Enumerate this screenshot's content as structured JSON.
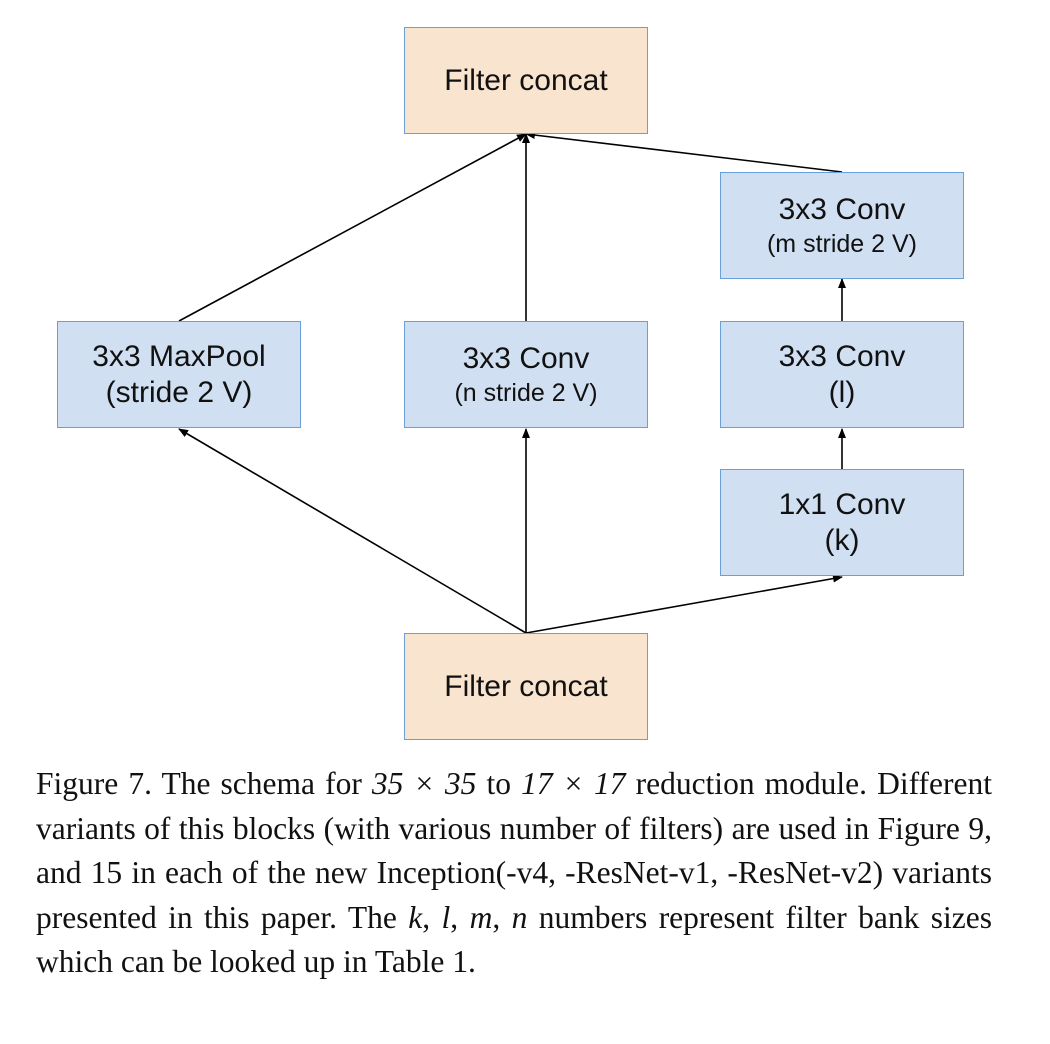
{
  "colors": {
    "conv_fill": "#d0e0f2",
    "conv_border": "#6a9fd8",
    "concat_fill": "#f8e4cf",
    "concat_border": "#6a9fd8",
    "edge": "#000000"
  },
  "nodes": {
    "filter_concat_top": {
      "line1": "Filter concat"
    },
    "maxpool": {
      "line1": "3x3 MaxPool",
      "line2": "(stride 2 V)"
    },
    "conv_n": {
      "line1": "3x3 Conv",
      "line2": "(n stride 2 V)"
    },
    "conv_m": {
      "line1": "3x3 Conv",
      "line2": "(m stride 2 V)"
    },
    "conv_l": {
      "line1": "3x3 Conv",
      "line2": "(l)"
    },
    "conv_k": {
      "line1": "1x1 Conv",
      "line2": "(k)"
    },
    "filter_concat_bottom": {
      "line1": "Filter concat"
    }
  },
  "edges": [
    {
      "from": "filter_concat_bottom",
      "to": "maxpool"
    },
    {
      "from": "filter_concat_bottom",
      "to": "conv_n"
    },
    {
      "from": "filter_concat_bottom",
      "to": "conv_k"
    },
    {
      "from": "conv_k",
      "to": "conv_l"
    },
    {
      "from": "conv_l",
      "to": "conv_m"
    },
    {
      "from": "maxpool",
      "to": "filter_concat_top"
    },
    {
      "from": "conv_n",
      "to": "filter_concat_top"
    },
    {
      "from": "conv_m",
      "to": "filter_concat_top"
    }
  ],
  "caption": {
    "p1": "Figure 7. The schema for ",
    "m1": "35 × 35",
    "p2": " to ",
    "m2": "17 × 17",
    "p3": " reduction module. Different variants of this blocks (with various number of filters) are used in Figure 9, and 15 in each of the new Inception(-v4, -ResNet-v1, -ResNet-v2) variants presented in this paper. The ",
    "m3": "k",
    "p4": ", ",
    "m4": "l",
    "p5": ", ",
    "m5": "m",
    "p6": ", ",
    "m6": "n",
    "p7": " numbers represent filter bank sizes which can be looked up in Table 1."
  }
}
